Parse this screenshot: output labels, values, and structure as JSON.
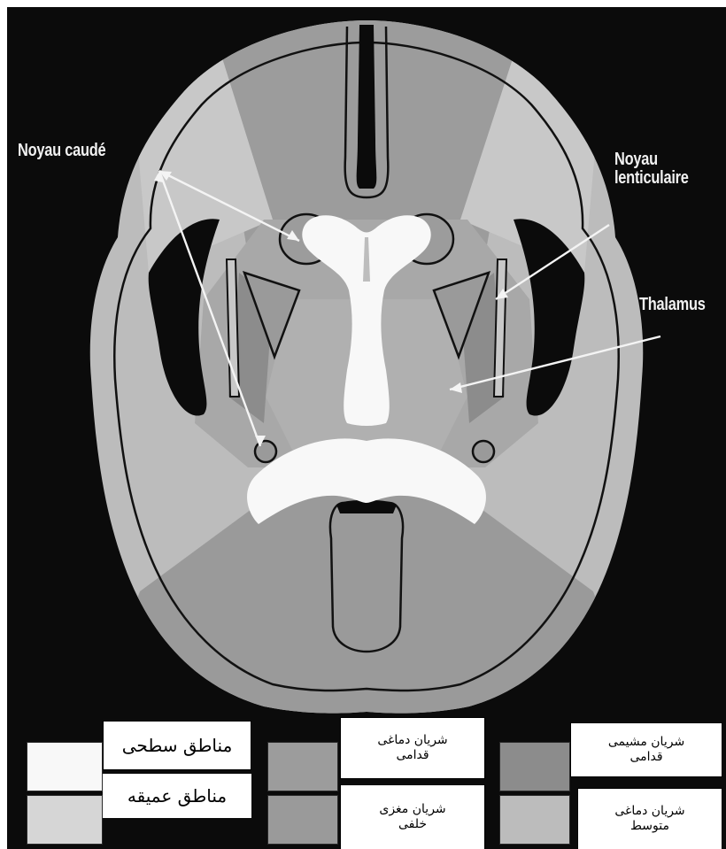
{
  "structure_labels": {
    "noyau_caude": "Noyau caudé",
    "noyau_lenticulaire": "Noyau\nlenticulaire",
    "thalamus": "Thalamus"
  },
  "legend": {
    "superficial": "مناطق سطحی",
    "deep": "مناطق عمیقه",
    "anterior_cerebral": "شریان دماغی\nقدامی",
    "posterior_cerebral": "شریان مغزی\nخلفی",
    "anterior_choroidal": "شریان مشیمی\nقدامی",
    "middle_cerebral": "شریان دماغی\nمتوسط"
  },
  "colors": {
    "background": "#0b0b0b",
    "outline": "#111111",
    "middle_cerebral_zone": "#bcbcbc",
    "anterior_cerebral_zone": "#9c9c9c",
    "posterior_cerebral_zone": "#9a9a9a",
    "anterior_choroidal_zone": "#8c8c8c",
    "deep_zone": "#d6d6d6",
    "superficial_white": "#f8f8f8",
    "pointer_arrow": "#f4f4f4"
  }
}
